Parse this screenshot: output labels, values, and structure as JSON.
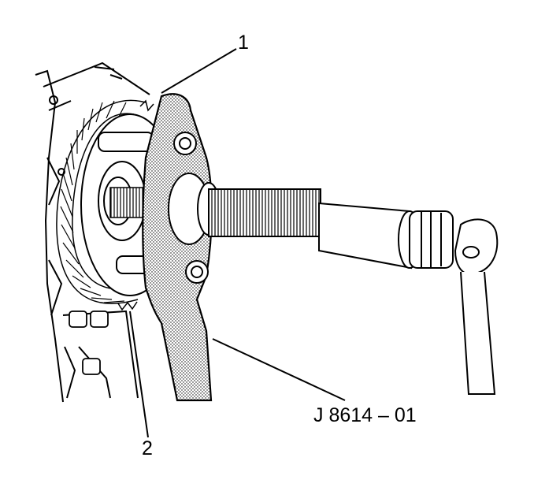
{
  "callouts": {
    "label_1": "1",
    "label_2": "2",
    "tool_number": "J 8614 – 01"
  },
  "colors": {
    "line": "#000000",
    "background": "#ffffff",
    "shading": "#cfcfcf"
  }
}
